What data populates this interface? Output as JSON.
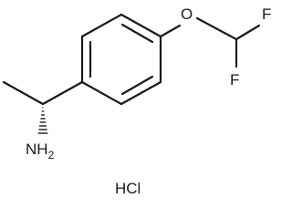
{
  "molecule": {
    "atoms": {
      "oxygen": "O",
      "fluorine_top": "F",
      "fluorine_bottom": "F",
      "amine": "NH",
      "amine_subscript": "2"
    },
    "salt": "HCl"
  }
}
